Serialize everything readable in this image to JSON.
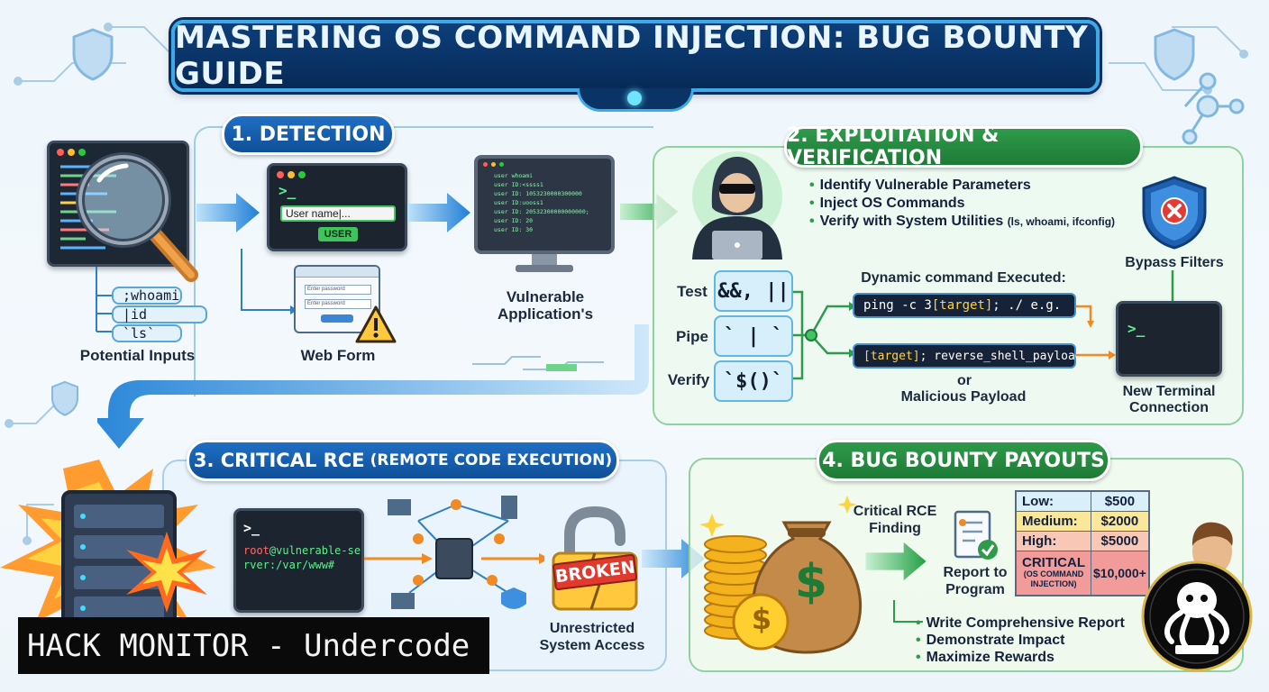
{
  "title": "MASTERING OS COMMAND INJECTION: BUG BOUNTY GUIDE",
  "sections": {
    "detection": {
      "header": "1. DETECTION",
      "form_input": "User name|...",
      "form_button": "USER",
      "inputs": [
        ";whoami",
        "|id",
        "`ls`"
      ],
      "potential_inputs_label": "Potential Inputs",
      "web_form_label": "Web Form",
      "web_form_fields": [
        "Enter password",
        "Enter password"
      ],
      "app_terminal_lines": [
        "user whoami",
        "user ID:<ssss1",
        "user ID: 1053230000300000",
        "user ID:uooss1",
        "user ID: 20532300000000000;",
        "user ID: 20",
        "user ID: 30"
      ],
      "app_label": "Vulnerable Application's"
    },
    "exploitation": {
      "header": "2. EXPLOITATION & VERIFICATION",
      "bullets": [
        {
          "bold": "Identify Vulnerable Parameters",
          "small": ""
        },
        {
          "bold": "Inject OS Commands",
          "small": ""
        },
        {
          "bold": "Verify with System Utilities",
          "small": "(ls, whoami, ifconfig)"
        }
      ],
      "bypass_label": "Bypass Filters",
      "test_labels": [
        "Test",
        "Pipe",
        "Verify"
      ],
      "operators": [
        "&&, ||",
        "` | `",
        "`$()`"
      ],
      "dynamic_label": "Dynamic command Executed:",
      "cmd1_plain": "ping -c 3 ",
      "cmd1_target": "[target]",
      "cmd1_tail": ";  ./ e.g.",
      "cmd2_target": "[target]",
      "cmd2_tail": "; reverse_shell_payload",
      "or_label": "or",
      "malicious_label": "Malicious Payload",
      "new_terminal_label": "New Terminal Connection"
    },
    "rce": {
      "header_main": "3. CRITICAL RCE ",
      "header_sub": "(REMOTE CODE EXECUTION)",
      "prompt": ">_",
      "shell_user": "root",
      "shell_rest": "@vulnerable-server:/var/www#",
      "broken_label": "BROKEN",
      "access_label": "Unrestricted System Access"
    },
    "payouts": {
      "header": "4. BUG BOUNTY PAYOUTS",
      "finding_label": "Critical RCE Finding",
      "report_label": "Report to Program",
      "dollar": "$",
      "table": [
        {
          "level": "Low:",
          "amount": "$500",
          "color": "#d9f0fb"
        },
        {
          "level": "Medium:",
          "amount": "$2000",
          "color": "#fbe79a"
        },
        {
          "level": "High:",
          "amount": "$5000",
          "color": "#f9c7b6"
        },
        {
          "level": "CRITICAL",
          "sub": "(OS COMMAND INJECTION)",
          "amount": "$10,000+",
          "color": "#f29b9b"
        }
      ],
      "bullets": [
        "Write Comprehensive Report",
        "Demonstrate Impact",
        "Maximize Rewards"
      ]
    }
  },
  "watermark": "HACK MONITOR - Undercode",
  "colors": {
    "accent_blue": "#1f6fc4",
    "accent_green": "#2e9a4a",
    "terminal_green": "#35d46a",
    "arrow_orange": "#f08a24"
  }
}
